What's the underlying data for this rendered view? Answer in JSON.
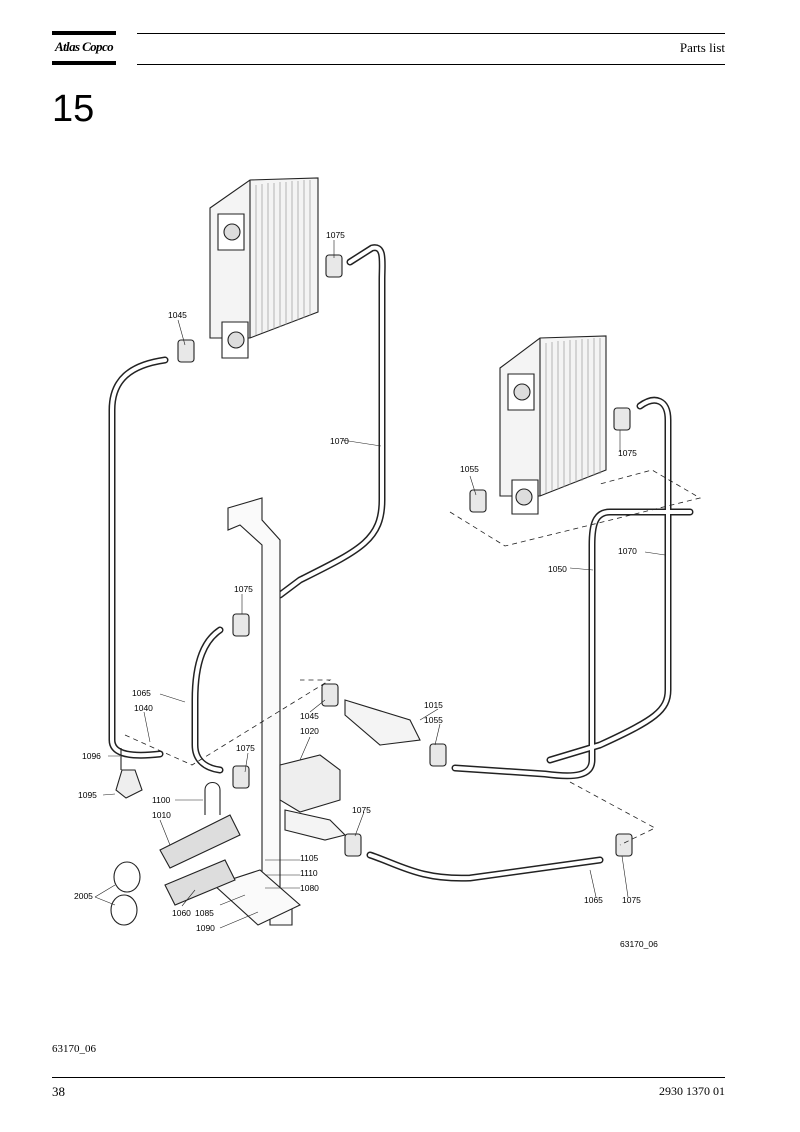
{
  "header": {
    "brand": "Atlas Copco",
    "section_title": "Parts list"
  },
  "section_number": "15",
  "drawing": {
    "callouts": [
      "1075",
      "1045",
      "1070",
      "1055",
      "1075",
      "1070",
      "1050",
      "1075",
      "1065",
      "1040",
      "1045",
      "1015",
      "1055",
      "1020",
      "1096",
      "1075",
      "1095",
      "1100",
      "1010",
      "1075",
      "1105",
      "1110",
      "1080",
      "2005",
      "1060",
      "1085",
      "1090",
      "1065",
      "1075"
    ],
    "figure_id": "63170_06"
  },
  "footer": {
    "drawing_id": "63170_06",
    "page_number": "38",
    "doc_number": "2930 1370 01"
  }
}
